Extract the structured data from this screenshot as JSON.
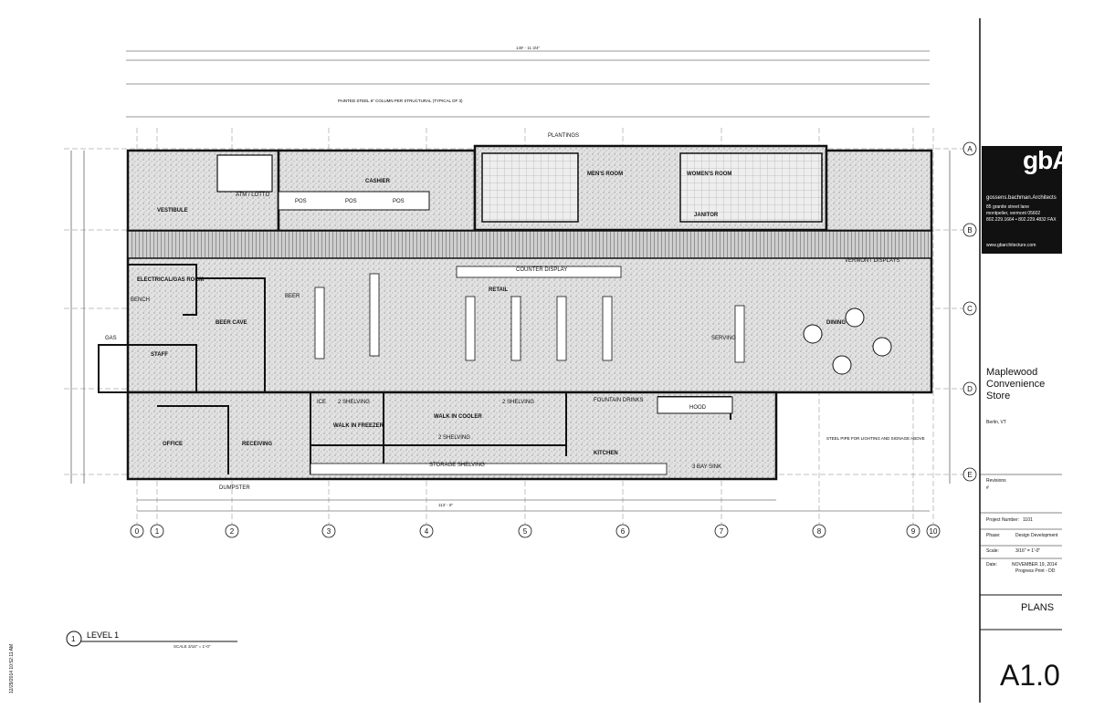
{
  "drawing": {
    "level_title": "LEVEL 1",
    "level_number": "1",
    "level_scale": "SCALE  3/16\" = 1'-0\"",
    "print_stamp": "12/29/2014 10:52:11 AM",
    "overall_dim": "149' - 11 3/4\"",
    "bottom_overall_dim": "113' - 8\"",
    "column_note": "PAINTED STEEL 6\" COLUMN PER STRUCTURAL (TYPICAL OF 3)",
    "pipe_note": "STEEL PIPE FOR LIGHTING AND SIGNAGE ABOVE",
    "planting": "PLANTINGS",
    "rooms": {
      "vestibule": "VESTIBULE",
      "cashier": "CASHIER",
      "atm": "ATM / LOTTO",
      "pos1": "POS",
      "pos2": "POS",
      "pos3": "POS",
      "mens": "MEN'S ROOM",
      "womens": "WOMEN'S ROOM",
      "janitor": "JANITOR",
      "electrical": "ELECTRICAL/GAS ROOM",
      "beer_cave": "BEER CAVE",
      "staff": "STAFF",
      "retail": "RETAIL",
      "counter_display": "COUNTER DISPLAY",
      "dining": "DINING",
      "serving": "SERVING",
      "walk_in_freezer": "WALK IN FREEZER",
      "walk_in_cooler": "WALK IN COOLER",
      "kitchen": "KITCHEN",
      "office": "OFFICE",
      "receiving": "RECEIVING",
      "fountain": "FOUNTAIN DRINKS",
      "hood": "HOOD",
      "storage_shelving": "STORAGE SHELVING",
      "shelving1": "2 SHELVING",
      "shelving2": "2 SHELVING",
      "shelving3": "2 SHELVING",
      "dumpster": "DUMPSTER",
      "bench": "BENCH",
      "gas": "GAS",
      "beer": "BEER",
      "vermont_displays": "VERMONT DISPLAYS",
      "three_bay_sink": "3 BAY SINK",
      "ice": "ICE"
    },
    "grid_columns": [
      "0",
      "1",
      "2",
      "3",
      "4",
      "5",
      "6",
      "7",
      "8",
      "9",
      "10"
    ],
    "grid_rows": [
      "A",
      "B",
      "C",
      "D",
      "E"
    ]
  },
  "titleblock": {
    "firm_logo": "gbA",
    "firm_name": "gossens.bachman.Architects",
    "firm_address1": "85 granite street lane",
    "firm_address2": "montpelier, vermont 05602",
    "firm_phone": "802.229.1664 • 802.229.4832 FAX",
    "firm_web": "www.gbarchitecture.com",
    "project_title": "Maplewood Convenience Store",
    "project_location": "Berlin, VT",
    "revisions_label": "Revisions",
    "revisions_hash": "#",
    "project_number_label": "Project Number:",
    "project_number": "1101",
    "phase_label": "Phase:",
    "phase": "Design Development",
    "scale_label": "Scale:",
    "scale": "3/16\" = 1'-0\"",
    "date_label": "Date:",
    "date": "NOVEMBER 19, 2014",
    "date_note": "Progress Print - DD",
    "sheet_name": "PLANS",
    "sheet_number": "A1.0"
  },
  "colors": {
    "line": "#111111",
    "fill": "#d9d9d9",
    "paper": "#ffffff"
  }
}
